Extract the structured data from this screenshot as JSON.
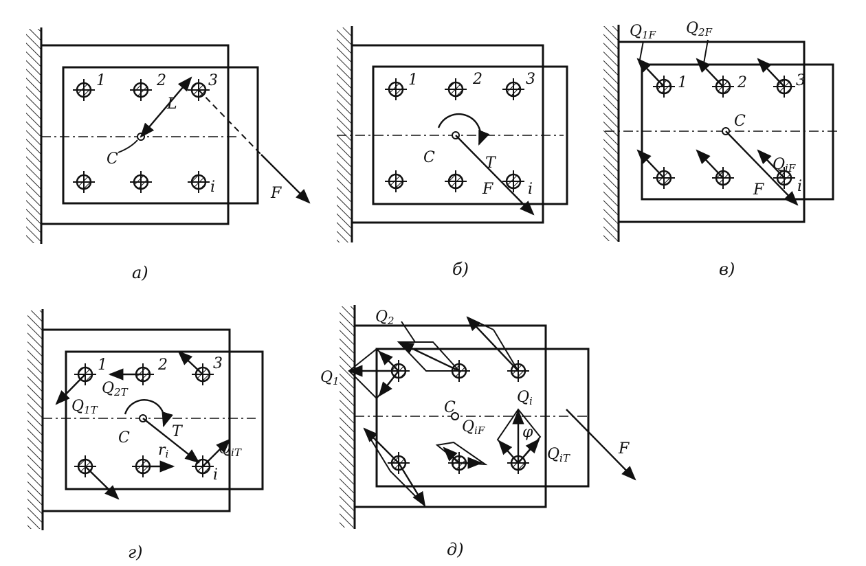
{
  "panels": [
    {
      "id": "a",
      "caption": "а)",
      "bolt_labels": [
        "1",
        "2",
        "3",
        "i"
      ],
      "center_label": "C",
      "force_label": "F",
      "dim_label": "L"
    },
    {
      "id": "b",
      "caption": "б)",
      "bolt_labels": [
        "1",
        "2",
        "3",
        "i"
      ],
      "center_label": "C",
      "torque_label": "T",
      "force_label": "F"
    },
    {
      "id": "v",
      "caption": "в)",
      "bolt_labels": [
        "1",
        "2",
        "3",
        "i"
      ],
      "center_label": "C",
      "force_label": "F",
      "q_labels": [
        {
          "main": "Q",
          "sub": "1F"
        },
        {
          "main": "Q",
          "sub": "2F"
        },
        {
          "main": "Q",
          "sub": "iF"
        }
      ]
    },
    {
      "id": "g",
      "caption": "г)",
      "bolt_labels": [
        "1",
        "2",
        "3",
        "i"
      ],
      "center_label": "C",
      "torque_label": "T",
      "r_label": {
        "main": "r",
        "sub": "i"
      },
      "q_labels": [
        {
          "main": "Q",
          "sub": "1T"
        },
        {
          "main": "Q",
          "sub": "2T"
        },
        {
          "main": "Q",
          "sub": "iT"
        }
      ]
    },
    {
      "id": "d",
      "caption": "д)",
      "center_label": "C",
      "force_label": "F",
      "phi_label": "φ",
      "q_labels": [
        {
          "main": "Q",
          "sub": "1"
        },
        {
          "main": "Q",
          "sub": "2"
        },
        {
          "main": "Q",
          "sub": "i"
        },
        {
          "main": "Q",
          "sub": "iF"
        },
        {
          "main": "Q",
          "sub": "iT"
        }
      ]
    }
  ]
}
